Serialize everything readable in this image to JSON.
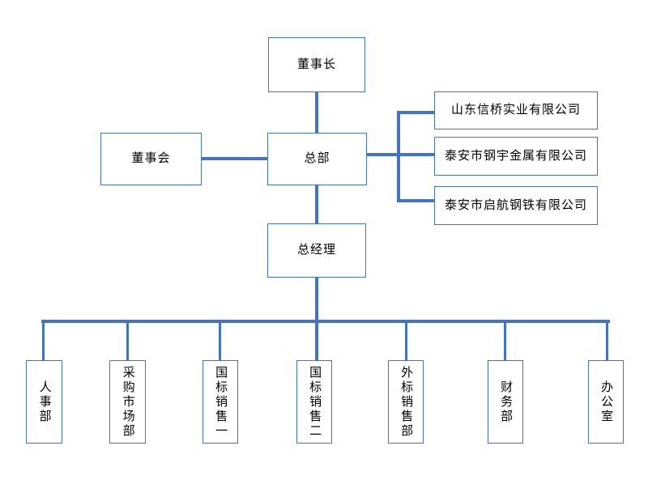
{
  "org_chart": {
    "nodes": {
      "chairman": "董事长",
      "board": "董事会",
      "headquarters": "总部",
      "general_manager": "总经理"
    },
    "subsidiaries": [
      {
        "label": "山东信桥实业有限公司"
      },
      {
        "label": "泰安市钢宇金属有限公司"
      },
      {
        "label": "泰安市启航钢铁有限公司"
      }
    ],
    "departments": [
      {
        "label": "人事部"
      },
      {
        "label": "采购市场部"
      },
      {
        "label": "国标销售一"
      },
      {
        "label": "国标销售二"
      },
      {
        "label": "外标销售部"
      },
      {
        "label": "财务部"
      },
      {
        "label": "办公室"
      }
    ],
    "colors": {
      "line": "#4472C4",
      "node_border": "#4472C4",
      "node_fill": "#FFFFFF",
      "text": "#000000",
      "background": "#FFFFFF"
    }
  }
}
